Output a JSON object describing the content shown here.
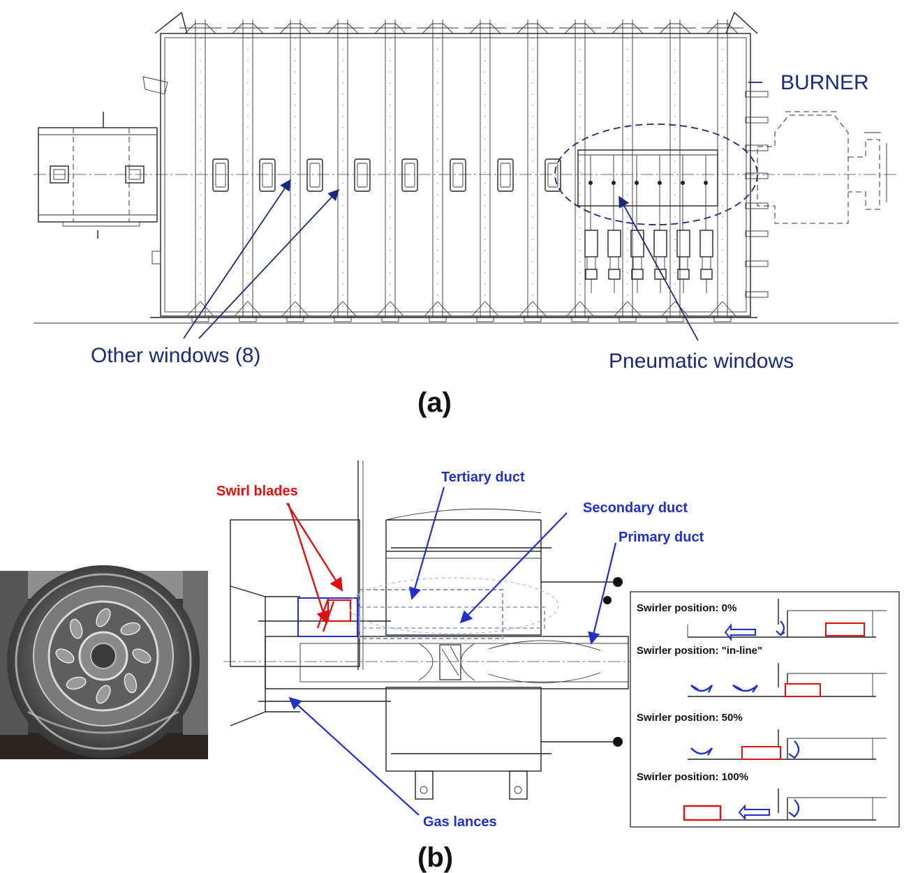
{
  "panel_a": {
    "label": "(a)",
    "burner_label": "BURNER",
    "other_windows_label": "Other windows (8)",
    "pneumatic_windows_label": "Pneumatic windows"
  },
  "panel_b": {
    "label": "(b)",
    "swirl_blades_label": "Swirl blades",
    "tertiary_duct_label": "Tertiary duct",
    "secondary_duct_label": "Secondary duct",
    "primary_duct_label": "Primary duct",
    "gas_lances_label": "Gas lances",
    "swirler_positions": [
      "Swirler position: 0%",
      "Swirler position: \"in-line\"",
      "Swirler position: 50%",
      "Swirler position: 100%"
    ]
  },
  "colors": {
    "annotation_navy": "#1a2a7a",
    "annotation_blue": "#2030c8",
    "swirl_red": "#e01010",
    "drawing_line": "#222222"
  },
  "icons": [
    "swirler-photo",
    "furnace-drawing",
    "burner-section-drawing"
  ]
}
